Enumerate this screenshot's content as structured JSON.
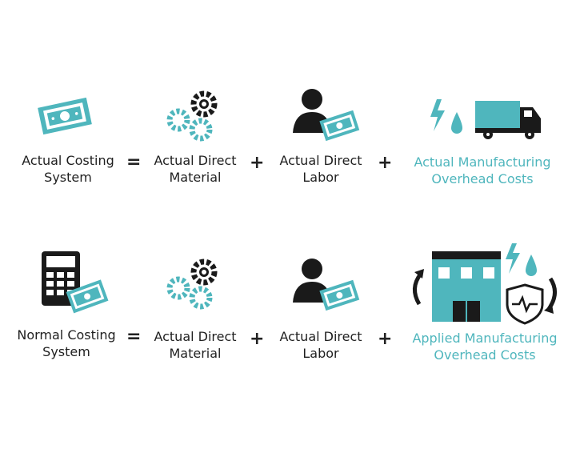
{
  "colors": {
    "accent": "#4fb6bd",
    "dark": "#1a1a1a",
    "text": "#1f1f1f"
  },
  "rows": [
    {
      "system": [
        "Actual Costing",
        "System"
      ],
      "material": [
        "Actual Direct",
        "Material"
      ],
      "labor": [
        "Actual Direct",
        "Labor"
      ],
      "overhead": [
        "Actual Manufacturing",
        "Overhead Costs"
      ],
      "equals": "=",
      "plus": "+",
      "icons": [
        "banknote-icon",
        "gears-icon",
        "worker-money-icon",
        "energy-water-truck-icon"
      ]
    },
    {
      "system": [
        "Normal Costing",
        "System"
      ],
      "material": [
        "Actual Direct",
        "Material"
      ],
      "labor": [
        "Actual Direct",
        "Labor"
      ],
      "overhead": [
        "Applied Manufacturing",
        "Overhead Costs"
      ],
      "equals": "=",
      "plus": "+",
      "icons": [
        "calculator-money-icon",
        "gears-icon",
        "worker-money-icon",
        "factory-shield-icon"
      ]
    }
  ]
}
